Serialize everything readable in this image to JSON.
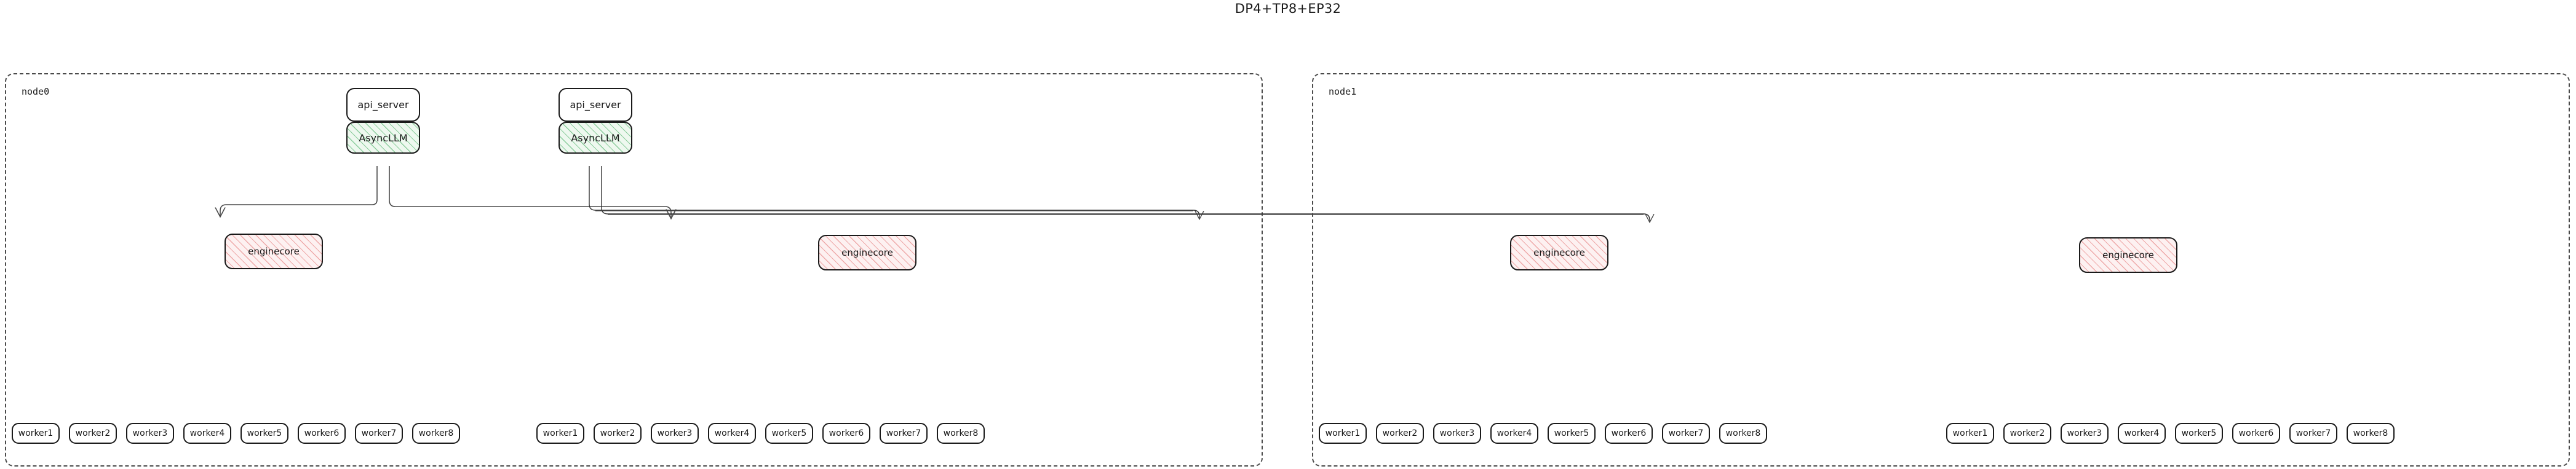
{
  "title": "DP4+TP8+EP32",
  "colors": {
    "cluster_border": "#4a4a4a",
    "node_border": "#1a1a1a",
    "asyncllm_hatch": "#3caa5a",
    "asyncllm_fill": "#eef8ef",
    "enginecore_hatch": "#e26e6e",
    "enginecore_fill": "#fdf1f1",
    "edge": "#4a4a4a",
    "text": "#1a1a1a",
    "background": "#ffffff"
  },
  "nodes": [
    {
      "id": "node0",
      "label": "node0",
      "servers": [
        {
          "api_label": "api_server",
          "engine_label": "AsyncLLM"
        },
        {
          "api_label": "api_server",
          "engine_label": "AsyncLLM"
        }
      ],
      "enginecores": [
        {
          "label": "enginecore"
        },
        {
          "label": "enginecore"
        }
      ],
      "worker_groups": [
        {
          "workers": [
            "worker1",
            "worker2",
            "worker3",
            "worker4",
            "worker5",
            "worker6",
            "worker7",
            "worker8"
          ]
        },
        {
          "workers": [
            "worker1",
            "worker2",
            "worker3",
            "worker4",
            "worker5",
            "worker6",
            "worker7",
            "worker8"
          ]
        }
      ]
    },
    {
      "id": "node1",
      "label": "node1",
      "servers": [],
      "enginecores": [
        {
          "label": "enginecore"
        },
        {
          "label": "enginecore"
        }
      ],
      "worker_groups": [
        {
          "workers": [
            "worker1",
            "worker2",
            "worker3",
            "worker4",
            "worker5",
            "worker6",
            "worker7",
            "worker8"
          ]
        },
        {
          "workers": [
            "worker1",
            "worker2",
            "worker3",
            "worker4",
            "worker5",
            "worker6",
            "worker7",
            "worker8"
          ]
        }
      ]
    }
  ]
}
